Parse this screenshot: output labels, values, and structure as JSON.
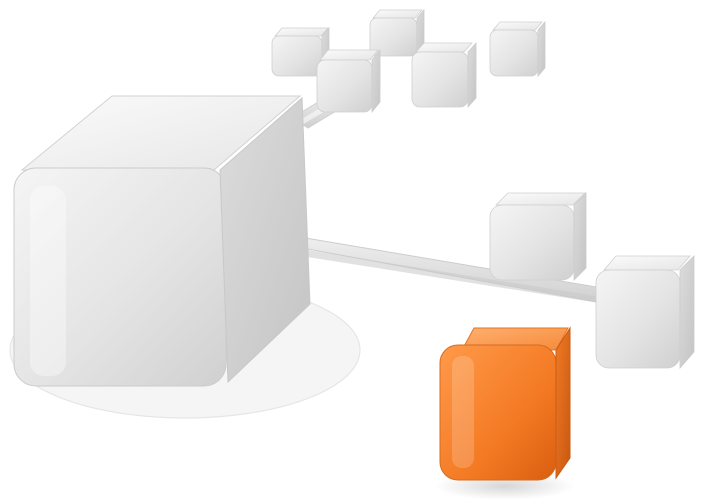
{
  "image": {
    "kind": "3d-illustration",
    "subject": "network-of-cubes",
    "background_color": "#ffffff",
    "cube_color": "#e9e9e9",
    "connector_color": "#dedede",
    "accent_cube_color": "#f47a24"
  },
  "elements": {
    "main_cube": "large-gray-cube",
    "small_cubes": [
      "small-gray-cube",
      "small-gray-cube",
      "small-gray-cube",
      "small-gray-cube",
      "small-gray-cube"
    ],
    "medium_cubes": [
      "medium-gray-cube",
      "medium-gray-cube"
    ],
    "accent_cube": "orange-cube",
    "connectors": [
      "upper-connector-bar",
      "right-connector-bar"
    ]
  }
}
